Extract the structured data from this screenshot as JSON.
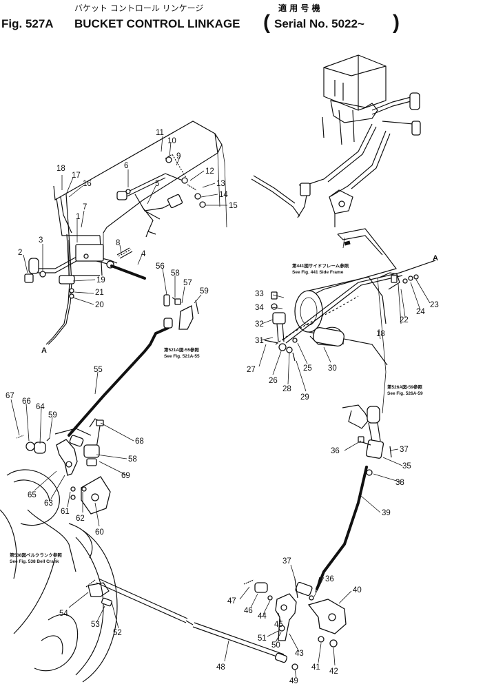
{
  "header": {
    "fig": "Fig. 527A",
    "title": "BUCKET CONTROL LINKAGE",
    "jp_title": "バケット コントロール リンケージ",
    "jp_serial": "適 用 号 機",
    "serial": "Serial No. 5022~",
    "paren_open": "(",
    "paren_close": ")"
  },
  "refs": {
    "side_frame_jp": "第441図サイドフレーム参照",
    "side_frame": "See Fig. 441 Side Frame",
    "fig521_jp": "第521A図-55参照",
    "fig521": "See Fig. 521A-55",
    "fig526_jp": "第526A図-59参照",
    "fig526": "See Fig. 526A-59",
    "bell_crank_jp": "第538図ベルクランク参照",
    "bell_crank": "See Fig. 538 Bell Crank"
  },
  "connectors": {
    "a_left": "A",
    "a_right": "A"
  },
  "callouts": {
    "n1": "1",
    "n2": "2",
    "n3": "3",
    "n4": "4",
    "n5": "5",
    "n6": "6",
    "n7": "7",
    "n8": "8",
    "n9": "9",
    "n10": "10",
    "n11": "11",
    "n12": "12",
    "n13": "13",
    "n14": "14",
    "n15": "15",
    "n16": "16",
    "n17": "17",
    "n18": "18",
    "n19": "19",
    "n20": "20",
    "n21": "21",
    "n22": "22",
    "n23": "23",
    "n24": "24",
    "n25": "25",
    "n26": "26",
    "n27": "27",
    "n28": "28",
    "n29": "29",
    "n30": "30",
    "n31": "31",
    "n32": "32",
    "n33": "33",
    "n34": "34",
    "n35": "35",
    "n36": "36",
    "n36b": "36",
    "n37": "37",
    "n37b": "37",
    "n38": "38",
    "n39": "39",
    "n40": "40",
    "n41": "41",
    "n42": "42",
    "n43": "43",
    "n44": "44",
    "n45": "45",
    "n46": "46",
    "n47": "47",
    "n48": "48",
    "n49": "49",
    "n50": "50",
    "n51": "51",
    "n52": "52",
    "n53": "53",
    "n54": "54",
    "n55": "55",
    "n56": "56",
    "n57": "57",
    "n58": "58",
    "n58b": "58",
    "n59": "59",
    "n59b": "59",
    "n60": "60",
    "n61": "61",
    "n62": "62",
    "n63": "63",
    "n64": "64",
    "n65": "65",
    "n66": "66",
    "n67": "67",
    "n68": "68",
    "n69": "69",
    "n18b": "18"
  }
}
